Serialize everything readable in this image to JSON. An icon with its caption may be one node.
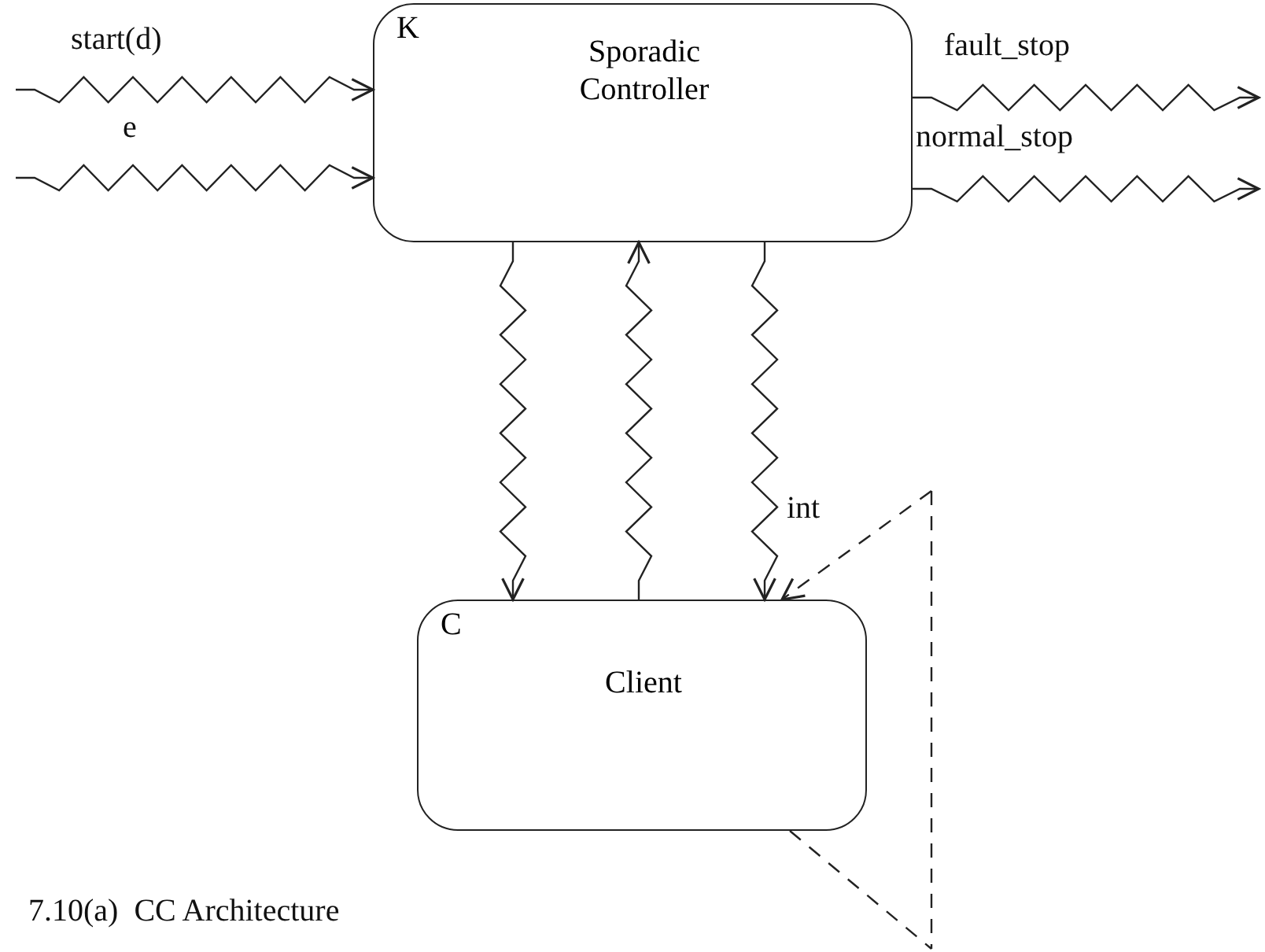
{
  "diagram": {
    "caption": "7.10(a)  CC Architecture",
    "nodes": [
      {
        "text": [
          "K",
          "Sporadic Controller"
        ]
      },
      {
        "text": [
          "C",
          "Client"
        ]
      }
    ],
    "edges": [
      {
        "from": null,
        "to": 0,
        "arrow": "to",
        "label": "start(d)"
      },
      {
        "from": null,
        "to": 0,
        "arrow": "to",
        "label": "e"
      },
      {
        "from": 0,
        "to": null,
        "arrow": "to",
        "label": "fault_stop"
      },
      {
        "from": 0,
        "to": null,
        "arrow": "to",
        "label": "normal_stop"
      },
      {
        "from": 0,
        "to": 1,
        "arrow": "to"
      },
      {
        "from": 1,
        "to": 0,
        "arrow": "to"
      },
      {
        "from": 0,
        "to": 1,
        "arrow": "to",
        "label": "int"
      },
      {
        "from": null,
        "to": 1,
        "arrow": "to",
        "style": "dashed"
      }
    ]
  }
}
